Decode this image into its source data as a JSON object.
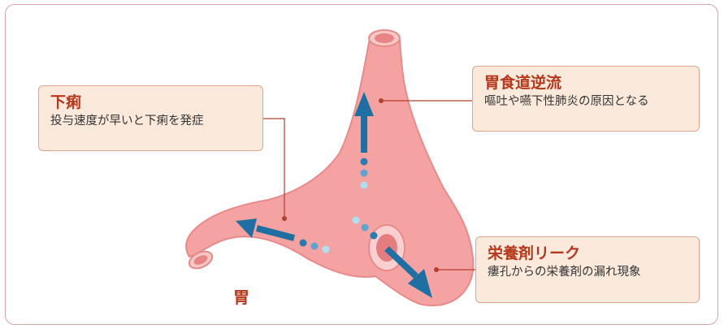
{
  "callouts": {
    "diarrhea": {
      "title": "下痢",
      "description": "投与速度が早いと下痢を発症"
    },
    "reflux": {
      "title": "胃食道逆流",
      "description": "嘔吐や嚥下性肺炎の原因となる"
    },
    "leak": {
      "title": "栄養剤リーク",
      "description": "瘻孔からの栄養剤の漏れ現象"
    }
  },
  "organ_label": "胃",
  "colors": {
    "stomach": "#f4a3a2",
    "stomach_edge": "#e88a8c",
    "arrow": "#1f6fa2",
    "callout_bg": "#fbe9dc",
    "callout_border": "#d9a98f",
    "title_text": "#b5381c",
    "leader_line": "#b04030"
  }
}
